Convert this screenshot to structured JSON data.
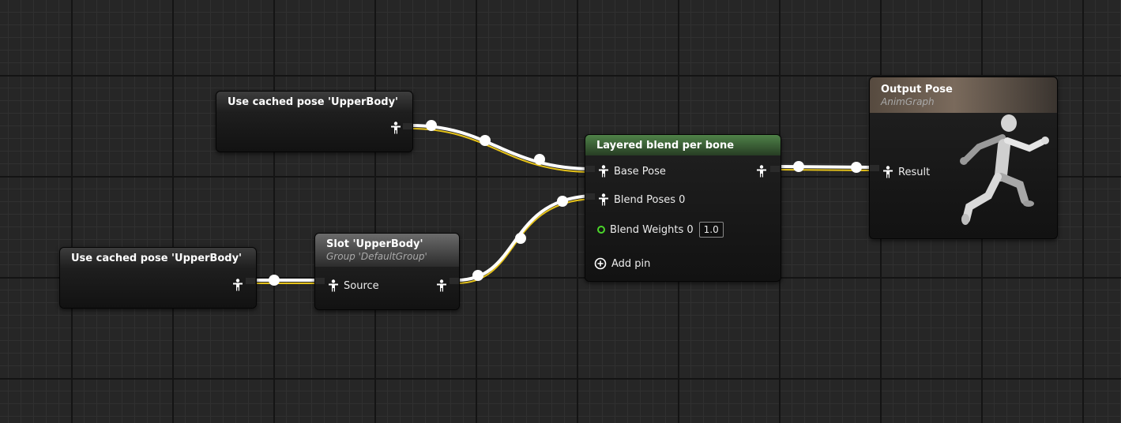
{
  "colors": {
    "graph_background": "#262626",
    "wire": "#ffffff",
    "wire_accent": "#e6c319",
    "blend_header": "#4f8248",
    "slot_header": "#6b6b6b",
    "output_header": "#7a6a5c",
    "float_pin": "#4bd62a"
  },
  "nodes": {
    "cached_pose_top": {
      "title": "Use cached pose 'UpperBody'",
      "output_icon": "pose-icon"
    },
    "cached_pose_bottom": {
      "title": "Use cached pose 'UpperBody'",
      "output_icon": "pose-icon"
    },
    "slot": {
      "title": "Slot 'UpperBody'",
      "subtitle": "Group 'DefaultGroup'",
      "input_label": "Source",
      "icon": "pose-icon"
    },
    "layered_blend": {
      "title": "Layered blend per bone",
      "base_pose_label": "Base Pose",
      "blend_poses_label": "Blend Poses 0",
      "blend_weights_label": "Blend Weights 0",
      "blend_weights_value": "1.0",
      "add_pin_label": "Add pin",
      "add_pin_icon": "plus-circle-icon"
    },
    "output_pose": {
      "title": "Output Pose",
      "subtitle": "AnimGraph",
      "result_label": "Result",
      "preview_icon": "running-mannequin-icon"
    }
  }
}
